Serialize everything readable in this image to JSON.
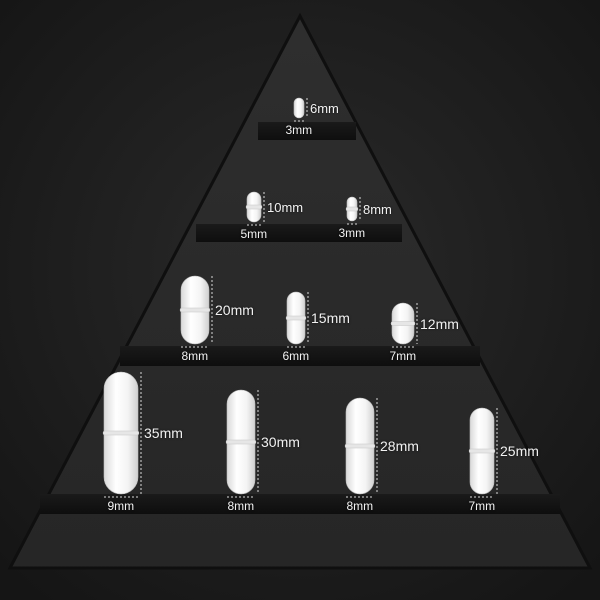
{
  "colors": {
    "background": "#1c1c1c",
    "triangle": "#2c2c2c",
    "shelf": "#141414",
    "stir_bar": "#f4f4f4",
    "label": "#f2f2f2"
  },
  "stir_bar_rows": [
    [
      {
        "length": "6mm",
        "diameter": "3mm"
      }
    ],
    [
      {
        "length": "10mm",
        "diameter": "5mm"
      },
      {
        "length": "8mm",
        "diameter": "3mm"
      }
    ],
    [
      {
        "length": "20mm",
        "diameter": "8mm"
      },
      {
        "length": "15mm",
        "diameter": "6mm"
      },
      {
        "length": "12mm",
        "diameter": "7mm"
      }
    ],
    [
      {
        "length": "35mm",
        "diameter": "9mm"
      },
      {
        "length": "30mm",
        "diameter": "8mm"
      },
      {
        "length": "28mm",
        "diameter": "8mm"
      },
      {
        "length": "25mm",
        "diameter": "7mm"
      }
    ]
  ]
}
